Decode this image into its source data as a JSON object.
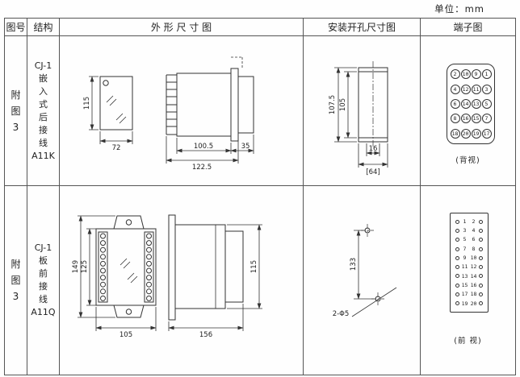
{
  "unit_label": "单位：mm",
  "header": {
    "col_figure": "图号",
    "col_structure": "结构",
    "col_outline": "外 形 尺 寸 图",
    "col_mounting": "安装开孔尺寸图",
    "col_terminal": "端子图"
  },
  "rows": [
    {
      "figure_no": [
        "附",
        "图",
        "3"
      ],
      "structure": [
        "CJ-1",
        "嵌",
        "入",
        "式",
        "后",
        "接",
        "线",
        "A11K"
      ],
      "outline": {
        "d115": "115",
        "d72": "72",
        "d100_5": "100.5",
        "d122_5": "122.5",
        "d35": "35"
      },
      "mounting": {
        "d107_5": "107.5",
        "d105": "105",
        "d16": "16",
        "d64": "[64]"
      },
      "terminal": {
        "view": "(背视)",
        "grid": [
          2,
          10,
          9,
          1,
          4,
          12,
          11,
          3,
          6,
          14,
          13,
          5,
          8,
          16,
          15,
          7,
          18,
          20,
          19,
          17
        ]
      }
    },
    {
      "figure_no": [
        "附",
        "图",
        "3"
      ],
      "structure": [
        "CJ-1",
        "板",
        "前",
        "接",
        "线",
        "A11Q"
      ],
      "outline": {
        "d149": "149",
        "d125": "125",
        "d105": "105",
        "d156": "156",
        "d115": "115"
      },
      "mounting": {
        "d133": "133",
        "holes": "2-Φ5"
      },
      "terminal": {
        "view": "(前 视)",
        "pairs": [
          [
            1,
            2
          ],
          [
            3,
            4
          ],
          [
            5,
            6
          ],
          [
            7,
            8
          ],
          [
            9,
            10
          ],
          [
            11,
            12
          ],
          [
            13,
            14
          ],
          [
            15,
            16
          ],
          [
            17,
            18
          ],
          [
            19,
            20
          ]
        ]
      }
    }
  ]
}
